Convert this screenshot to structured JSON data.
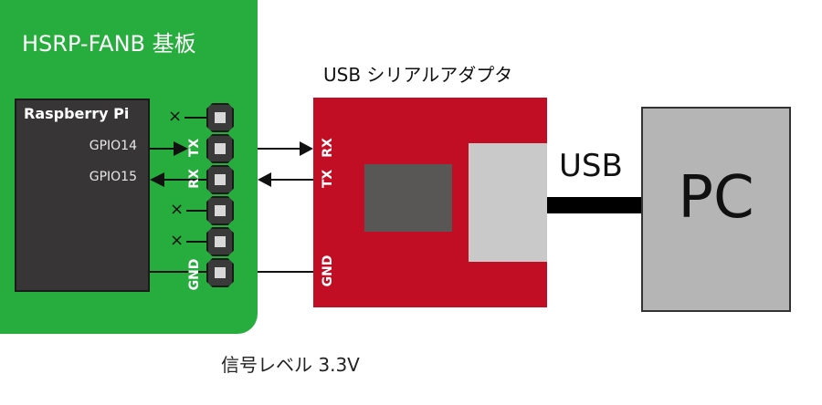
{
  "board": {
    "title": "HSRP-FANB 基板",
    "color": "#27ad3e"
  },
  "raspberry_pi": {
    "title": "Raspberry Pi",
    "gpio_tx": "GPIO14",
    "gpio_rx": "GPIO15"
  },
  "header_pins": {
    "labels": {
      "tx": "TX",
      "rx": "RX",
      "gnd": "GND"
    },
    "unused_mark": "×",
    "count": 6
  },
  "adapter": {
    "title": "USB シリアルアダプタ",
    "pin_rx": "RX",
    "pin_tx": "TX",
    "pin_gnd": "GND",
    "color": "#c20e24"
  },
  "usb": {
    "label": "USB"
  },
  "pc": {
    "label": "PC"
  },
  "signal_level": "信号レベル 3.3V"
}
